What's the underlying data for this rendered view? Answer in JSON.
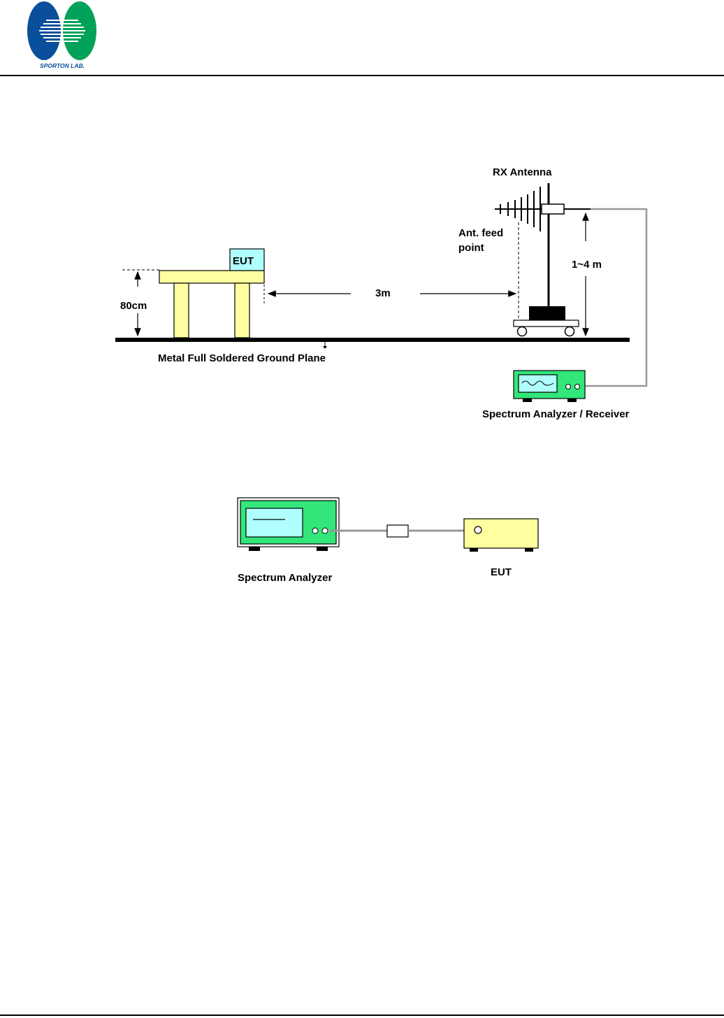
{
  "header": {
    "logo_text": "SPORTON LAB."
  },
  "radiated_setup": {
    "eut_label": "EUT",
    "height_label": "80cm",
    "distance_label": "3m",
    "antenna_label": "RX Antenna",
    "feed_label_line1": "Ant. feed",
    "feed_label_line2": "point",
    "antenna_height_label": "1~4 m",
    "ground_plane_label": "Metal Full Soldered Ground Plane",
    "receiver_label": "Spectrum Analyzer / Receiver"
  },
  "conducted_setup": {
    "analyzer_label": "Spectrum Analyzer",
    "eut_label": "EUT"
  },
  "colors": {
    "table_yellow": "#ffffa0",
    "eut_cyan": "#b0ffff",
    "instrument_green": "#33e67a",
    "screen_cyan": "#b0ffff",
    "logo_blue": "#0a4f9c",
    "logo_green": "#00a25a"
  }
}
